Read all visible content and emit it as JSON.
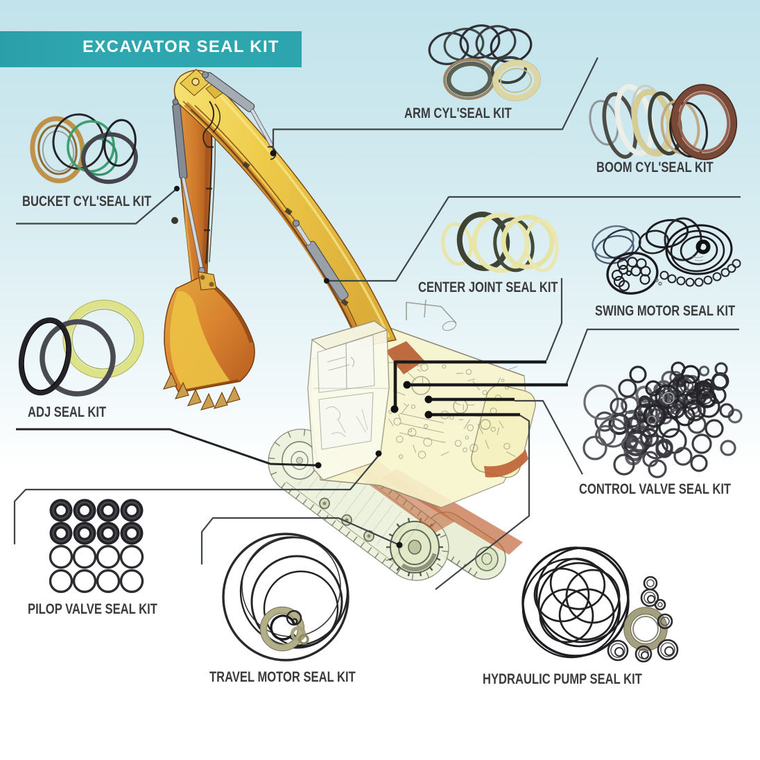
{
  "banner": {
    "title": "EXCAVATOR SEAL KIT",
    "bg_color": "#2ea7b0",
    "text_color": "#ffffff"
  },
  "background": {
    "sky_top": "#c2e3eb",
    "sky_bottom": "#ffffff"
  },
  "machine": {
    "name": "hydraulic excavator line illustration",
    "boom_color": "#eecb4a",
    "arm_color": "#cf7a2a",
    "bucket_color": "#d9822f",
    "body_tint": "#f7f3c2",
    "track_tint": "#eaf0d8",
    "accent_orange": "#bd5c36"
  },
  "kits": [
    {
      "id": "arm-cyl",
      "label": "ARM CYL'SEAL KIT"
    },
    {
      "id": "boom-cyl",
      "label": "BOOM CYL'SEAL KIT"
    },
    {
      "id": "bucket-cyl",
      "label": "BUCKET CYL'SEAL KIT"
    },
    {
      "id": "center-joint",
      "label": "CENTER JOINT SEAL KIT"
    },
    {
      "id": "swing-motor",
      "label": "SWING MOTOR SEAL KIT"
    },
    {
      "id": "adj",
      "label": "ADJ SEAL KIT"
    },
    {
      "id": "control-valve",
      "label": "CONTROL VALVE SEAL KIT"
    },
    {
      "id": "pilop-valve",
      "label": "PILOP VALVE SEAL KIT"
    },
    {
      "id": "travel-motor",
      "label": "TRAVEL MOTOR SEAL KIT"
    },
    {
      "id": "hydraulic-pump",
      "label": "HYDRAULIC PUMP SEAL KIT"
    }
  ],
  "label_color": "#3b3b3d"
}
